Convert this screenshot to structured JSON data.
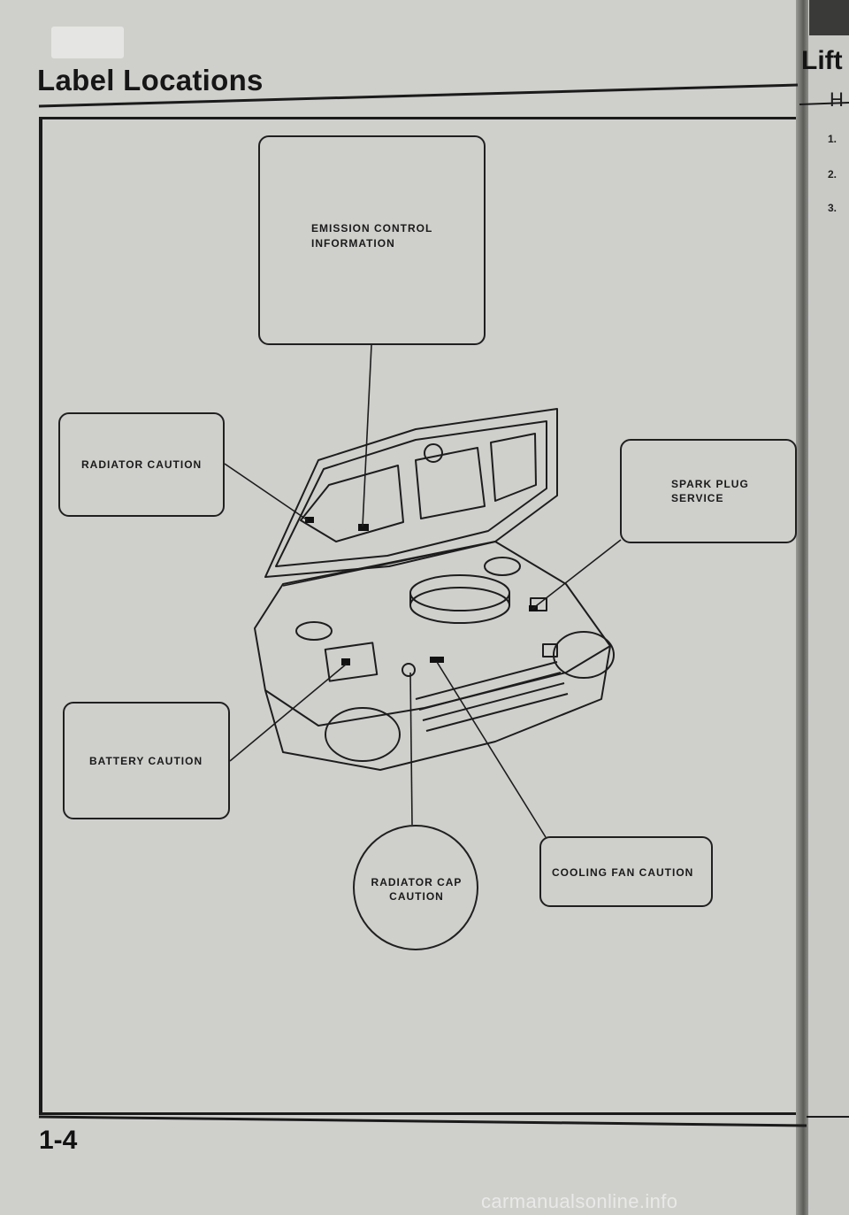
{
  "header": {
    "title": "Label Locations"
  },
  "callouts": {
    "emission": [
      "EMISSION CONTROL",
      "INFORMATION"
    ],
    "radiator": "RADIATOR CAUTION",
    "spark": [
      "SPARK PLUG",
      "SERVICE"
    ],
    "battery": "BATTERY CAUTION",
    "radiator_cap": [
      "RADIATOR CAP",
      "CAUTION"
    ],
    "cooling_fan": "COOLING FAN CAUTION"
  },
  "footer": {
    "page_number": "1-4"
  },
  "adjacent_page": {
    "title": "Lift",
    "subtitle": "H",
    "steps": [
      "1.",
      "2.",
      "3."
    ]
  },
  "watermark": "carmanualsonline.info"
}
